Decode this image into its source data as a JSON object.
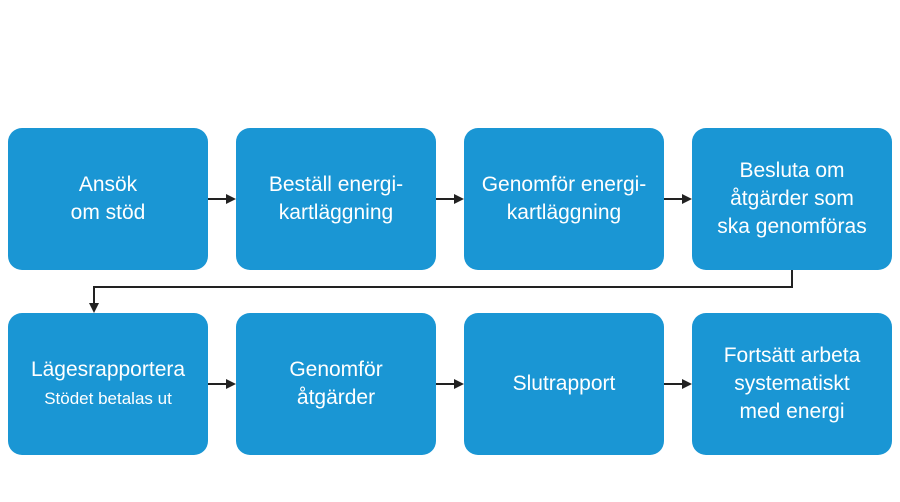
{
  "colors": {
    "box_fill": "#1a96d4",
    "box_text": "#ffffff",
    "arrow": "#222222",
    "background": "#ffffff"
  },
  "steps": [
    {
      "lines": [
        "Ansök",
        "om stöd"
      ]
    },
    {
      "lines": [
        "Beställ energi-",
        "kartläggning"
      ]
    },
    {
      "lines": [
        "Genomför energi-",
        "kartläggning"
      ]
    },
    {
      "lines": [
        "Besluta om",
        "åtgärder som",
        "ska genomföras"
      ]
    },
    {
      "lines": [
        "Lägesrapportera"
      ],
      "sub": "Stödet betalas ut"
    },
    {
      "lines": [
        "Genomför",
        "åtgärder"
      ]
    },
    {
      "lines": [
        "Slutrapport"
      ]
    },
    {
      "lines": [
        "Fortsätt arbeta",
        "systematiskt",
        "med energi"
      ]
    }
  ]
}
